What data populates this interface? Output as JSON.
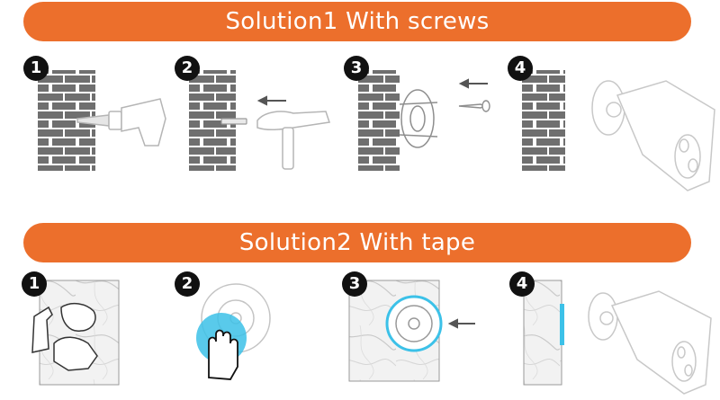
{
  "solution1": {
    "title": "Solution1 With screws",
    "steps": [
      {
        "number": "1"
      },
      {
        "number": "2"
      },
      {
        "number": "3"
      },
      {
        "number": "4"
      }
    ]
  },
  "solution2": {
    "title": "Solution2 With tape",
    "steps": [
      {
        "number": "1"
      },
      {
        "number": "2"
      },
      {
        "number": "3"
      },
      {
        "number": "4"
      }
    ]
  },
  "colors": {
    "banner": "#ec6f2c",
    "brick": "#6f6f6f",
    "mortar": "#ffffff",
    "tape_highlight": "#3cc1e8",
    "line_art": "#b9b9b9"
  },
  "icons": [
    "brick-wall-icon",
    "drill-icon",
    "hammer-icon",
    "screw-icon",
    "mount-plate-icon",
    "camera-icon",
    "spray-bottle-icon",
    "cloth-icon",
    "hand-icon",
    "marble-wall-icon",
    "arrow-left-icon"
  ]
}
